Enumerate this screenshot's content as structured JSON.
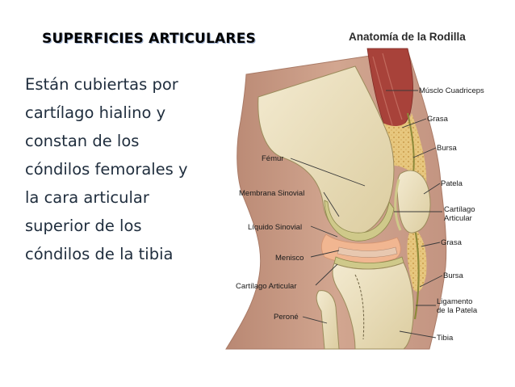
{
  "slide": {
    "title": "SUPERFICIES ARTICULARES",
    "paragraph": [
      "Están cubiertas por",
      "cartílago hialino y",
      "constan  de los",
      "cóndilos femorales y",
      "la cara articular",
      "superior de los",
      "cóndilos de la tibia"
    ]
  },
  "figure": {
    "title": "Anatomía de la Rodilla",
    "labels": {
      "musculo_cuadriceps": "Músclo Cuadriceps",
      "grasa_top": "Grasa",
      "bursa_top": "Bursa",
      "femur": "Fémur",
      "patela": "Patela",
      "membrana_sinovial": "Membrana Sinovial",
      "cartilago_articular_right": [
        "Cartílago",
        "Articular"
      ],
      "liquido_sinovial": "Líquido Sinovial",
      "grasa_mid": "Grasa",
      "menisco": "Menisco",
      "bursa_bottom": "Bursa",
      "cartilago_articular_left": "Cartílago Articular",
      "ligamento_patela": [
        "Ligamento",
        "de la Patela"
      ],
      "perone": "Peroné",
      "tibia": "Tibia"
    }
  },
  "colors": {
    "skin": "#c99a86",
    "muscle": "#a8423a",
    "fat": "#e7c77e",
    "bone": "#ede2bf",
    "cartilage": "#cfc98a",
    "synovial": "#f1b691",
    "title_shadow": "#8aa0c8"
  }
}
